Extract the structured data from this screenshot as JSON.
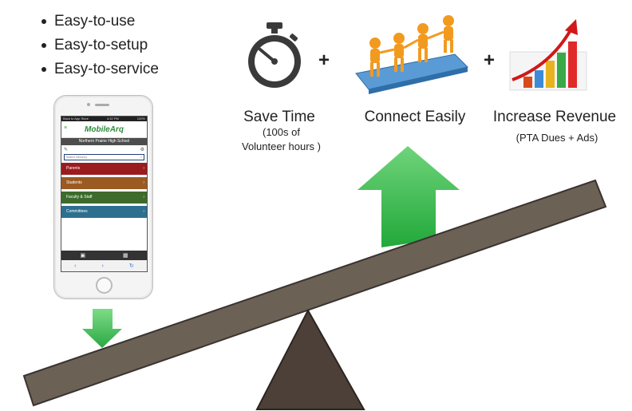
{
  "bullets": [
    "Easy-to-use",
    "Easy-to-setup",
    "Easy-to-service"
  ],
  "benefits": {
    "save_time": {
      "title": "Save Time",
      "note_line1": "(100s of",
      "note_line2": "Volunteer hours )",
      "icon": "stopwatch-icon"
    },
    "connect": {
      "title": "Connect Easily",
      "icon": "people-puzzle-icon"
    },
    "revenue": {
      "title": "Increase Revenue",
      "note": "(PTA Dues + Ads)",
      "icon": "bar-chart-growth-icon"
    }
  },
  "plus_sign": "+",
  "phone": {
    "status_left": "Back to App Store",
    "status_time": "4:32 PM",
    "status_right": "100%",
    "app_name": "MobileArq",
    "school": "Northern Prairie High School",
    "search_placeholder": "Search Directory",
    "menu": [
      {
        "label": "Parents",
        "color": "#9b1c1f"
      },
      {
        "label": "Students",
        "color": "#9a5a22"
      },
      {
        "label": "Faculty & Staff",
        "color": "#3d6b2c"
      },
      {
        "label": "Committees",
        "color": "#2d6f8e"
      }
    ]
  },
  "colors": {
    "beam": "#6b6155",
    "fulcrum": "#4a3f38",
    "arrow_green": "#3cb54a",
    "arrow_green_light": "#7fd787"
  }
}
